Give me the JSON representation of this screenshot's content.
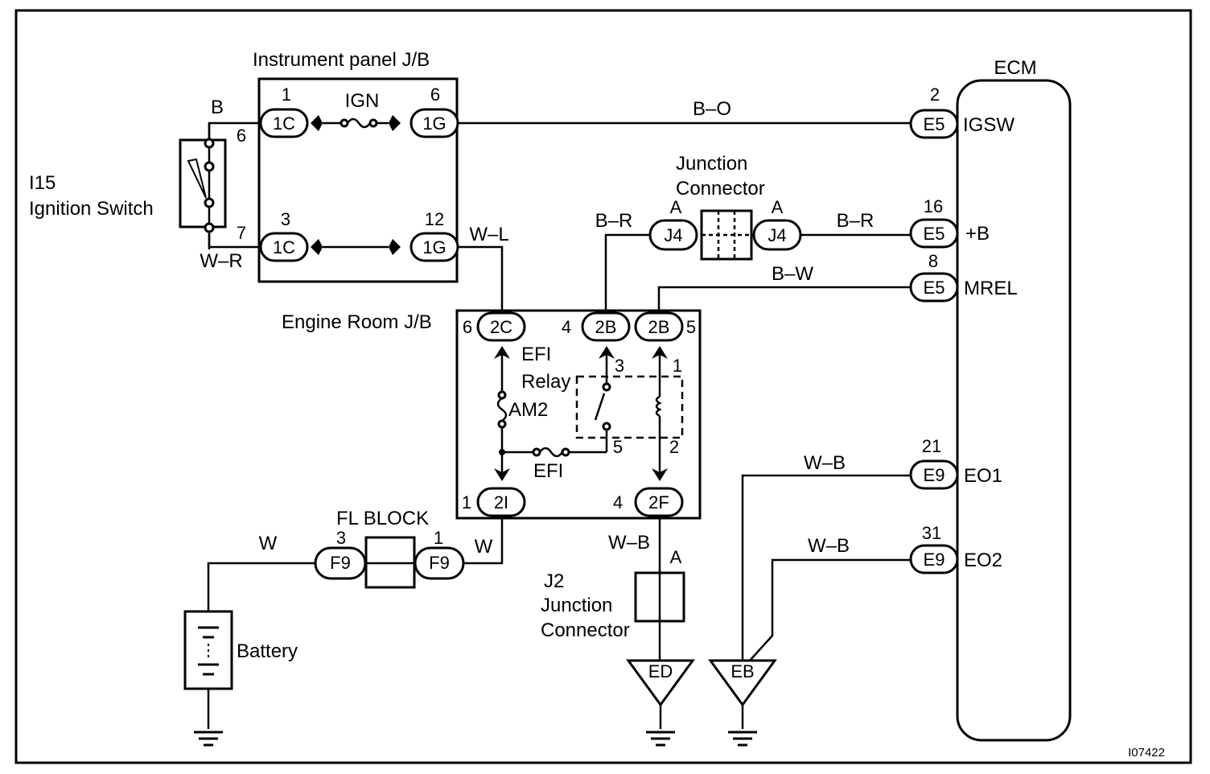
{
  "doc_id": "I07422",
  "ecm": {
    "title": "ECM",
    "terminals": [
      {
        "pin": "2",
        "conn": "E5",
        "name": "IGSW"
      },
      {
        "pin": "16",
        "conn": "E5",
        "name": "+B"
      },
      {
        "pin": "8",
        "conn": "E5",
        "name": "MREL"
      },
      {
        "pin": "21",
        "conn": "E9",
        "name": "EO1"
      },
      {
        "pin": "31",
        "conn": "E9",
        "name": "EO2"
      }
    ]
  },
  "instrument_jb": {
    "title": "Instrument panel J/B",
    "fuse": "IGN",
    "connectors": [
      {
        "pin": "1",
        "conn": "1C"
      },
      {
        "pin": "6",
        "conn": "1G"
      },
      {
        "pin": "3",
        "conn": "1C"
      },
      {
        "pin": "12",
        "conn": "1G"
      }
    ]
  },
  "ignition_switch": {
    "id": "I15",
    "name": "Ignition Switch",
    "pins": [
      "6",
      "7"
    ]
  },
  "engine_room_jb": {
    "title": "Engine Room J/B",
    "connectors": [
      {
        "pin": "6",
        "conn": "2C"
      },
      {
        "pin": "4",
        "conn": "2B"
      },
      {
        "pin": "5",
        "conn": "2B"
      },
      {
        "pin": "1",
        "conn": "2I"
      },
      {
        "pin": "4",
        "conn": "2F"
      }
    ],
    "relay": {
      "line1": "EFI",
      "line2": "Relay",
      "pins": [
        "3",
        "1",
        "5",
        "2"
      ]
    },
    "fuses": [
      "AM2",
      "EFI"
    ]
  },
  "junction_connector": {
    "line1": "Junction",
    "line2": "Connector",
    "conn": "J4",
    "pin_left": "A",
    "pin_right": "A"
  },
  "fl_block": {
    "title": "FL BLOCK",
    "conn": "F9",
    "pin_left": "3",
    "pin_right": "1"
  },
  "battery": {
    "label": "Battery"
  },
  "j2": {
    "id": "J2",
    "line1": "Junction",
    "line2": "Connector",
    "pin": "A"
  },
  "grounds": [
    "ED",
    "EB"
  ],
  "wires": {
    "b": "B",
    "wr": "W–R",
    "bo": "B–O",
    "wl": "W–L",
    "br_left": "B–R",
    "br_right": "B–R",
    "bw": "B–W",
    "wb1": "W–B",
    "wb2": "W–B",
    "wb3": "W–B",
    "w_left": "W",
    "w_right": "W"
  }
}
